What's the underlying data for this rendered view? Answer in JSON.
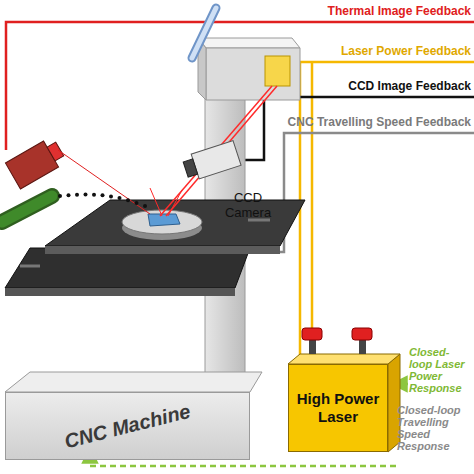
{
  "diagram": {
    "nodes": [
      {
        "text": [
          "CNC Machine"
        ]
      },
      {
        "text": [
          "High Power Laser"
        ]
      }
    ],
    "labels": [
      "Thermal Image Feedback",
      "Laser Power Feedback",
      "CCD Image Feedback",
      "CNC Travelling Speed Feedback",
      "CCD Camera",
      "Closed-loop Laser Power Response",
      "Closed-loop Travelling Speed Response"
    ]
  }
}
